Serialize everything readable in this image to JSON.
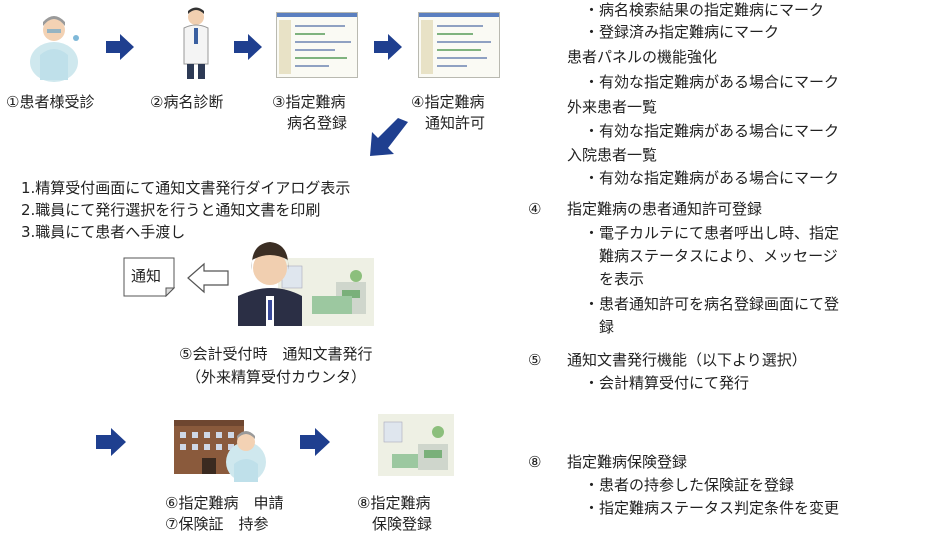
{
  "flow": {
    "step1": "①患者様受診",
    "step2": "②病名診断",
    "step3_l1": "③指定難病",
    "step3_l2": "病名登録",
    "step4_l1": "④指定難病",
    "step4_l2": "通知許可",
    "instructions": [
      "1.精算受付画面にて通知文書発行ダイアログ表示",
      "2.職員にて発行選択を行うと通知文書を印刷",
      "3.職員にて患者へ手渡し"
    ],
    "notice_label": "通知",
    "step5_l1": "⑤会計受付時　通知文書発行",
    "step5_l2": "（外来精算受付カウンタ）",
    "step67_l1": "⑥指定難病　申請",
    "step67_l2": "⑦保険証　持参",
    "step8_l1": "⑧指定難病",
    "step8_l2": "保険登録"
  },
  "notes": {
    "n1": "・病名検索結果の指定難病にマーク",
    "n2": "・登録済み指定難病にマーク",
    "n3": "患者パネルの機能強化",
    "n4": "・有効な指定難病がある場合にマーク",
    "n5": "外来患者一覧",
    "n6": "・有効な指定難病がある場合にマーク",
    "n7": "入院患者一覧",
    "n8": "・有効な指定難病がある場合にマーク",
    "s4_num": "④",
    "s4_title": "指定難病の患者通知許可登録",
    "s4_b1_l1": "・電子カルテにて患者呼出し時、指定",
    "s4_b1_l2": "難病ステータスにより、メッセージ",
    "s4_b1_l3": "を表示",
    "s4_b2_l1": "・患者通知許可を病名登録画面にて登",
    "s4_b2_l2": "録",
    "s5_num": "⑤",
    "s5_title": "通知文書発行機能（以下より選択）",
    "s5_b1": "・会計精算受付にて発行",
    "s8_num": "⑧",
    "s8_title": "指定難病保険登録",
    "s8_b1": "・患者の持参した保険証を登録",
    "s8_b2": "・指定難病ステータス判定条件を変更"
  },
  "colors": {
    "arrow": "#1f3f8f",
    "text": "#222222"
  }
}
